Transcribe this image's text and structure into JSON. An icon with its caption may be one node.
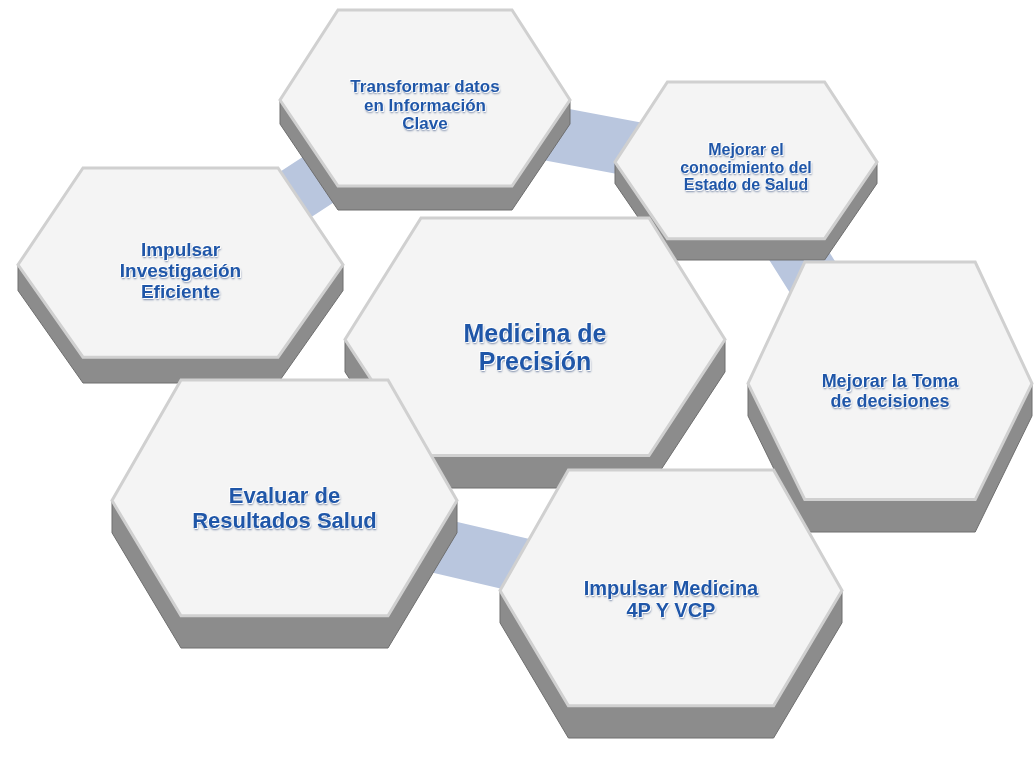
{
  "diagram": {
    "nodes": [
      {
        "text": [
          "Transformar datos en Información Clave"
        ]
      },
      {
        "text": [
          "Mejorar el conocimiento del Estado de Salud"
        ]
      },
      {
        "text": [
          "Impulsar Investigación Eficiente"
        ]
      },
      {
        "text": [
          "Medicina de Precisión"
        ]
      },
      {
        "text": [
          "Mejorar la Toma de decisiones"
        ]
      },
      {
        "text": [
          "Evaluar de Resultados Salud"
        ]
      },
      {
        "text": [
          "Impulsar Medicina 4P Y VCP"
        ]
      }
    ]
  }
}
